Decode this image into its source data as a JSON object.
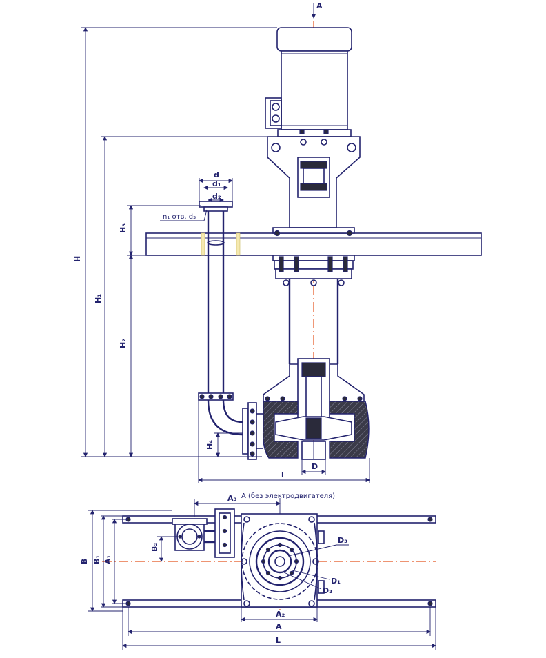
{
  "drawing": {
    "view_arrow_label": "A",
    "side_view": {
      "dim_H": "H",
      "dim_H1": "H₁",
      "dim_H2": "H₂",
      "dim_H3": "H₃",
      "dim_H4": "H₄",
      "dim_d": "d",
      "dim_d1": "d₁",
      "dim_d2": "d₂",
      "dim_holes": "n₁ отв. d₃",
      "dim_D": "D",
      "dim_l": "l"
    },
    "top_view": {
      "note_A": "A (без электродвигателя)",
      "dim_A1": "A₁",
      "dim_A2": "A₂",
      "dim_A3": "A₃",
      "dim_A": "A",
      "dim_L": "L",
      "dim_B": "B",
      "dim_B1": "B₁",
      "dim_B2": "B₂",
      "dim_D1": "D₁",
      "dim_D2": "D₂",
      "dim_D3": "D₃"
    }
  },
  "colors": {
    "line": "#23236e",
    "axis": "#e4551f",
    "weld": "#f5e9b0"
  }
}
